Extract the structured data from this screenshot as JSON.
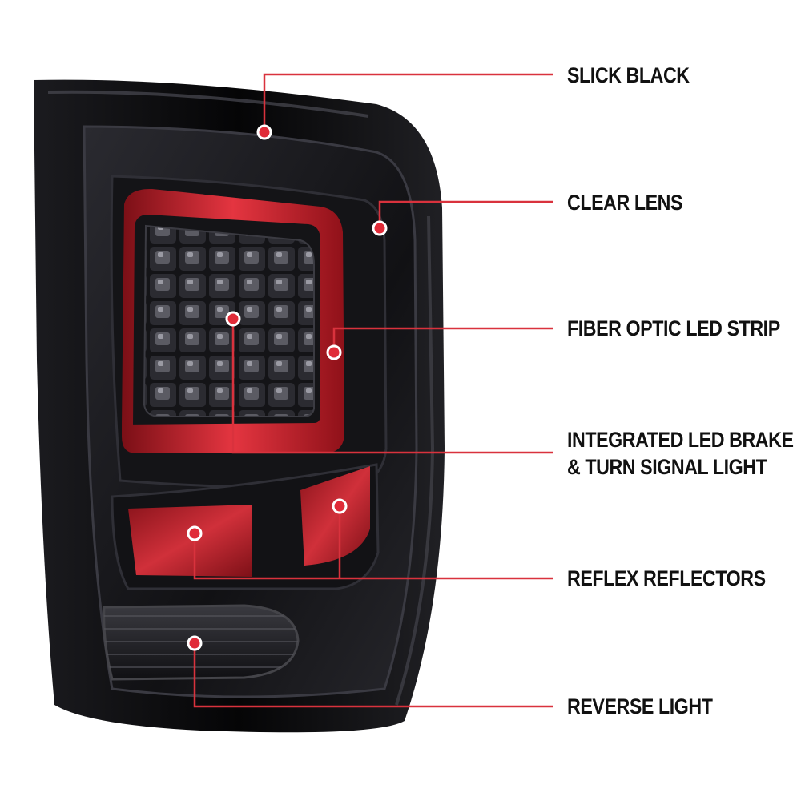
{
  "colors": {
    "background": "#ffffff",
    "housing": "#0a0a0c",
    "led_strip": "#d3232e",
    "reflector": "#b81d28",
    "callout_line": "#d9323d",
    "label_text": "#111111"
  },
  "callouts": [
    {
      "id": "slick-black",
      "label": "SLICK BLACK"
    },
    {
      "id": "clear-lens",
      "label": "CLEAR LENS"
    },
    {
      "id": "fiber-optic",
      "label": "FIBER OPTIC LED STRIP"
    },
    {
      "id": "integrated-led",
      "label": "INTEGRATED LED BRAKE",
      "label2": "& TURN SIGNAL LIGHT"
    },
    {
      "id": "reflex",
      "label": "REFLEX REFLECTORS"
    },
    {
      "id": "reverse",
      "label": "REVERSE LIGHT"
    }
  ],
  "product_icon": "tail-light-assembly"
}
